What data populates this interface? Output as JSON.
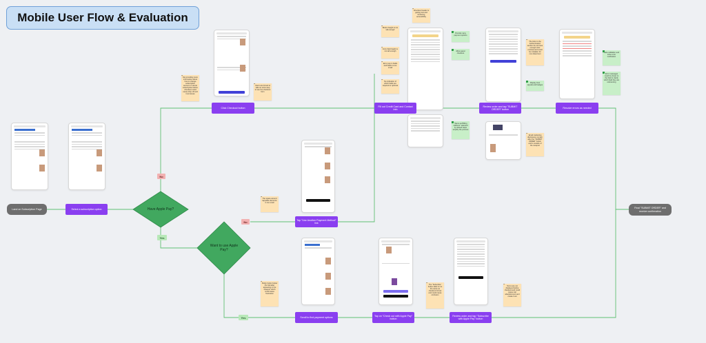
{
  "title": "Mobile User Flow & Evaluation",
  "nodes": {
    "land": "Land on Subscription Page",
    "select": "Select a subscription option",
    "checkout": "Click Checkout button",
    "fill_form": "Fill out Credit Card and Contact Info",
    "review_submit": "Review order and tap \"SUBMIT ORDER\" button",
    "resolve": "Resolve errors as needed",
    "final": "Final \"SUBMIT ORDER\" and receive confirmation",
    "tap_other": "Tap \"Use Another Payment Method\" link",
    "scroll_pay": "Scroll to find payment options",
    "tap_checkout_apple": "Tap on \"Check out with Apple Pay\" button",
    "review_apple": "Review order and tap \"Subscribe with Apple Pay\" button"
  },
  "decisions": {
    "have_apple": "Have Apple Pay?",
    "want_apple": "Want to use Apple Pay?"
  },
  "labels": {
    "no": "No",
    "yes": "Yes"
  },
  "stickies": [
    {
      "type": "warn",
      "text": "Not providing more information about how to change subscription amount or cancel subscription before checkout could cause drop off and trust issues"
    },
    {
      "type": "warn",
      "text": "Users are forced to take an extra step to see the checkout form"
    },
    {
      "type": "warn",
      "text": "Checkout header is getting lost and hindering accessibility"
    },
    {
      "type": "warn",
      "text": "Button height is not tall enough"
    },
    {
      "type": "warn",
      "text": "Form field height is not tall enough"
    },
    {
      "type": "warn",
      "text": "Error pop in fields and labels is too small"
    },
    {
      "type": "warn",
      "text": "No indication of which fields are required or optional"
    },
    {
      "type": "ok",
      "text": "Provide many payment options"
    },
    {
      "type": "ok",
      "text": "Allow guest checkout"
    },
    {
      "type": "ok",
      "text": "\"Same as Billing Address\" selected by default helps simplify the process"
    },
    {
      "type": "warn",
      "text": "The links to the Authentication section do not have enough color contrast and could be mistaken for non-linked text"
    },
    {
      "type": "ok",
      "text": "Display trust signals and badges"
    },
    {
      "type": "warn",
      "text": "Email marketing disclosures remain after the \"SUBMIT ORDER\" button and is outside of the viewport"
    },
    {
      "type": "ok",
      "text": "Data validation and inline error notification"
    },
    {
      "type": "ok",
      "text": "Error messages could be closer to the field to clarify which field they are referencing"
    },
    {
      "type": "warn",
      "text": "The space around tappable elements is too small"
    },
    {
      "type": "warn",
      "text": "Sticky button below the fold after appearing in the viewport which could cause frustration"
    },
    {
      "type": "warn",
      "text": "The \"Subscribe\" button label is not the same as checkout format and could cause confusion"
    },
    {
      "type": "warn",
      "text": "Terms are not displayed before checkout and could cause cart abandonment and create trust"
    }
  ]
}
